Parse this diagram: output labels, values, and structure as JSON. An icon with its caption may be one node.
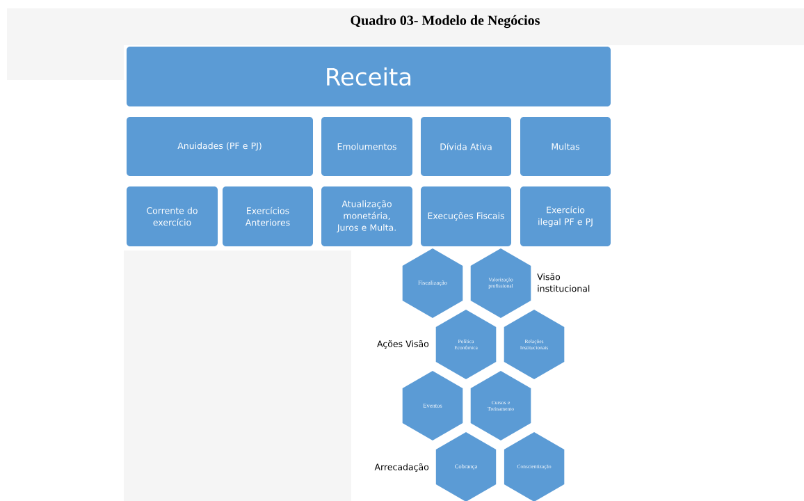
{
  "diagram": {
    "title": "Quadro 03- Modelo de Negócios",
    "nodes": [
      {
        "text": [
          "Receita"
        ]
      },
      {
        "text": [
          "Anuidades (PF e PJ)"
        ]
      },
      {
        "text": [
          "Emolumentos"
        ]
      },
      {
        "text": [
          "Dívida Ativa"
        ]
      },
      {
        "text": [
          "Multas"
        ]
      },
      {
        "text": [
          "Corrente do exercício"
        ]
      },
      {
        "text": [
          "Exercícios Anteriores"
        ]
      },
      {
        "text": [
          "Atualização monetária, Juros e Multa."
        ]
      },
      {
        "text": [
          "Execuções Fiscais"
        ]
      },
      {
        "text": [
          "Exercício ilegal PF e PJ"
        ]
      },
      {
        "text": [
          "Fiscalização"
        ]
      },
      {
        "text": [
          "Valorização profissional"
        ]
      },
      {
        "text": [
          "Política Econômica"
        ]
      },
      {
        "text": [
          "Relações Institucionais"
        ]
      },
      {
        "text": [
          "Eventos"
        ]
      },
      {
        "text": [
          "Cursos e Treinamento"
        ]
      },
      {
        "text": [
          "Cobrança"
        ]
      },
      {
        "text": [
          "Conscientização"
        ]
      }
    ],
    "labels": [
      "Visão institucional",
      "Ações Visão",
      "Arrecadação"
    ]
  }
}
